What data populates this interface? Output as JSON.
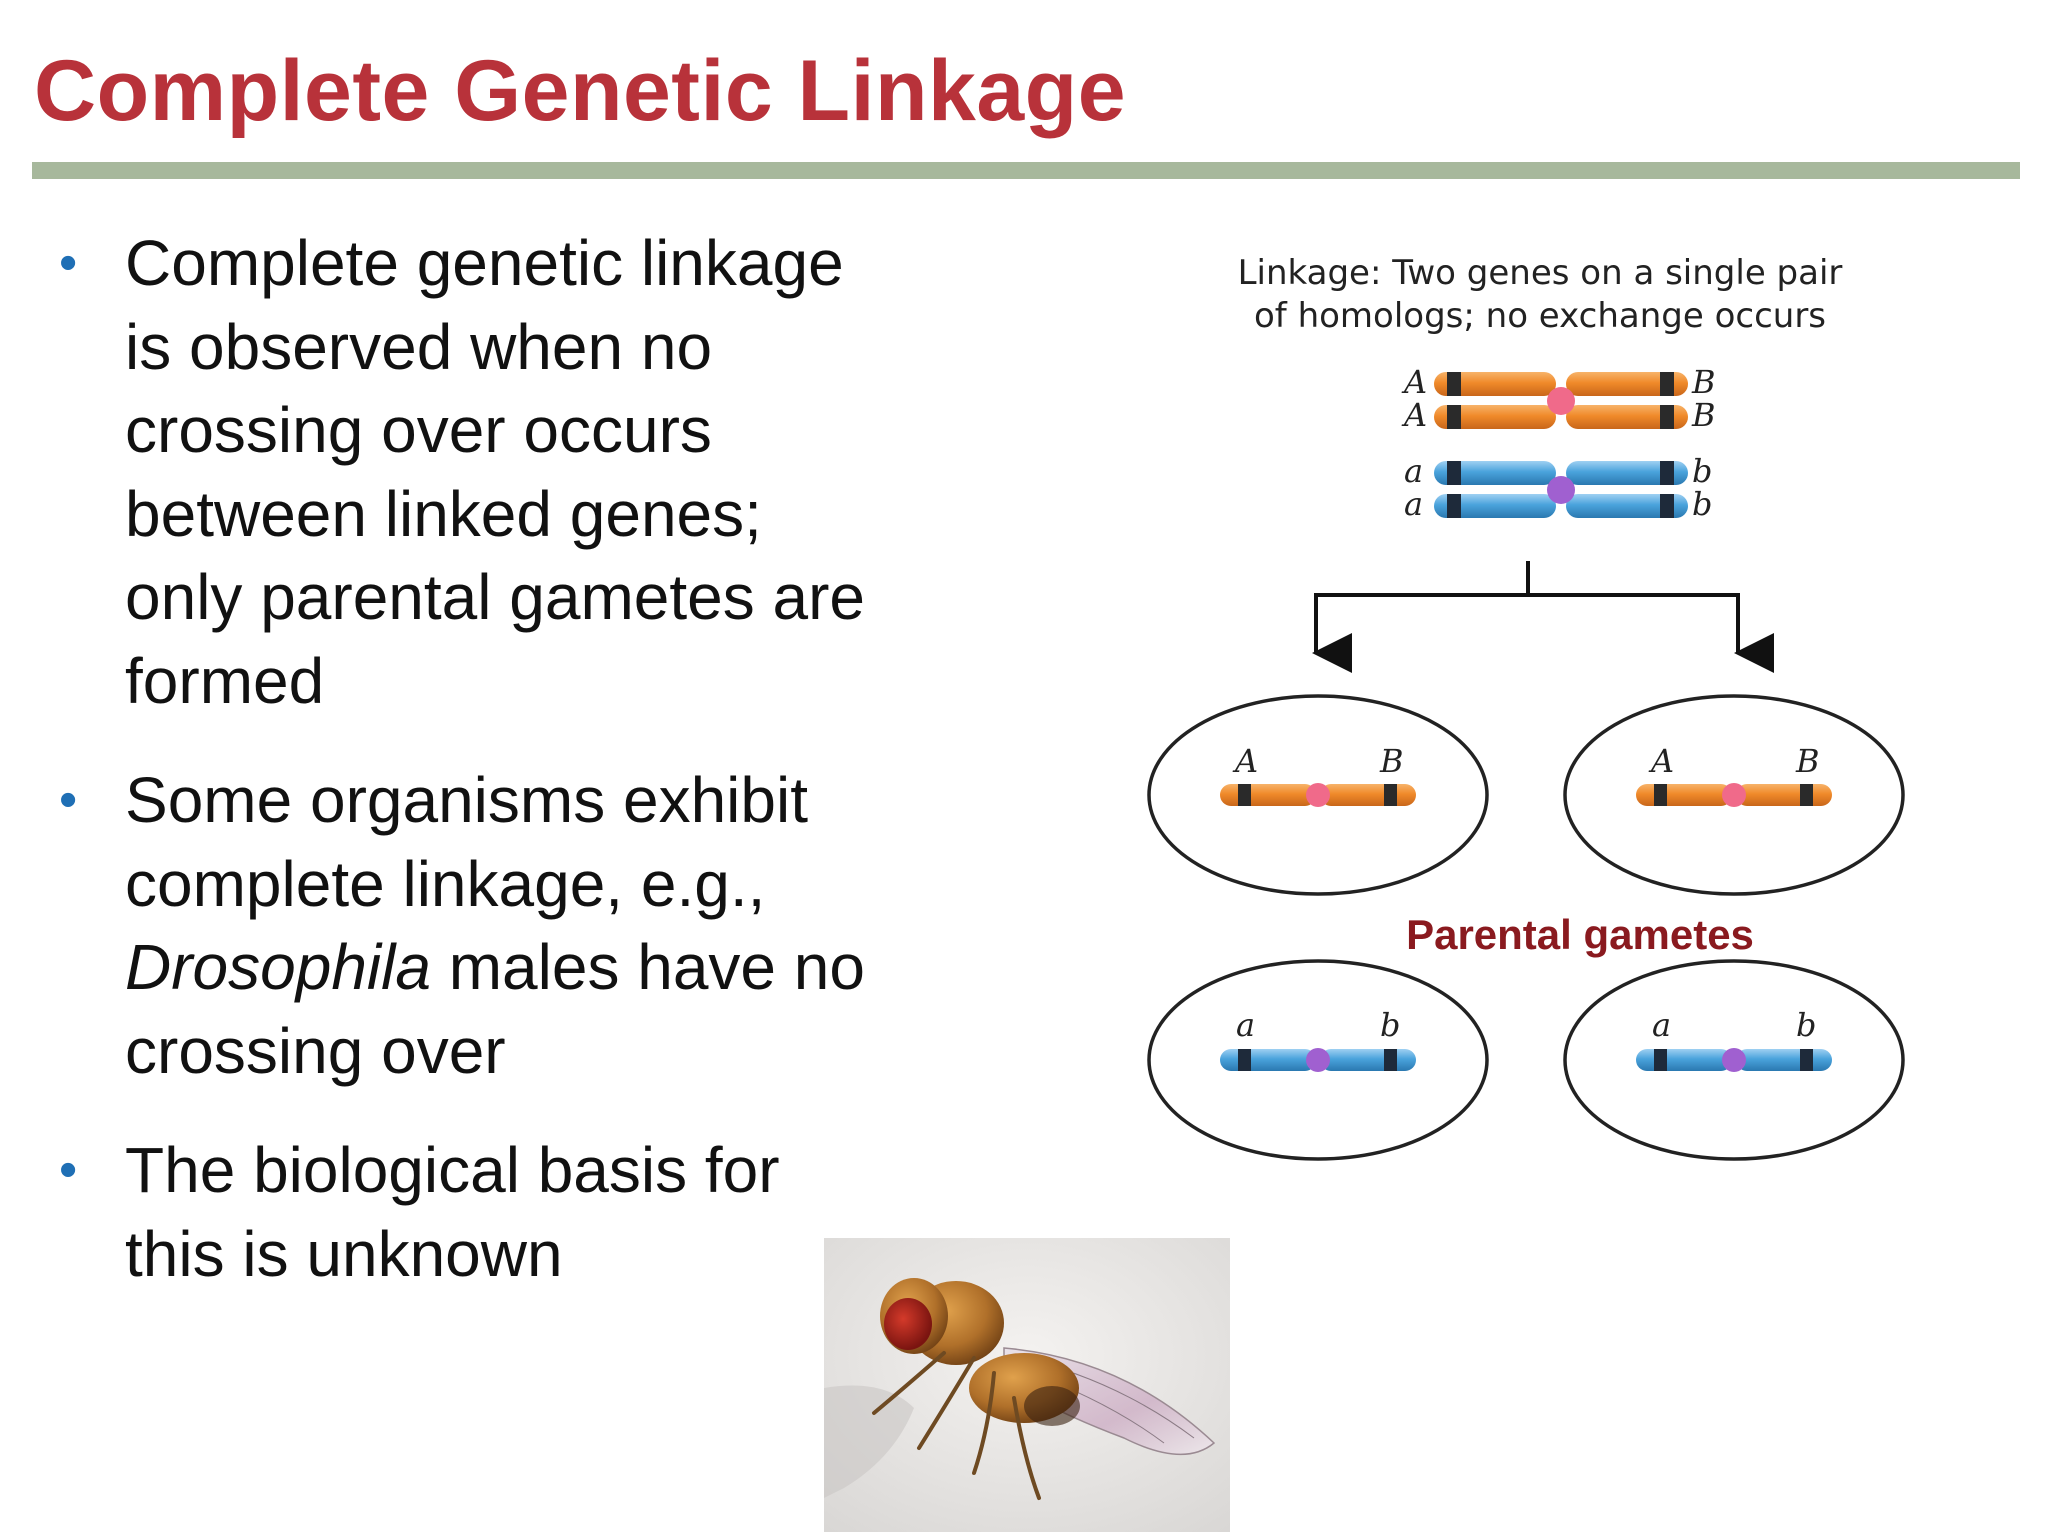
{
  "slide": {
    "title": "Complete Genetic Linkage",
    "title_color": "#b8323a",
    "rule_color": "#a7b89c",
    "bullet_color": "#1f6fb5"
  },
  "bullets": [
    {
      "lines": [
        "Complete genetic linkage",
        "is observed when no",
        "crossing over occurs",
        "between linked genes;",
        "only parental gametes are",
        "formed"
      ]
    },
    {
      "lines": [
        "Some organisms exhibit",
        "complete linkage, e.g.,"
      ],
      "italic_word": "Drosophila",
      "line3_rest": " males have no",
      "line4": "crossing over"
    },
    {
      "lines": [
        "The biological basis for",
        "this is unknown"
      ]
    }
  ],
  "diagram": {
    "title_line1": "Linkage: Two genes on a single pair",
    "title_line2": "of homologs; no exchange occurs",
    "top_left_labels": [
      "A",
      "A",
      "a",
      "a"
    ],
    "top_right_labels": [
      "B",
      "B",
      "b",
      "b"
    ],
    "gamete_labels": {
      "orange_left": "A",
      "orange_right": "B",
      "blue_left": "a",
      "blue_right": "b"
    },
    "caption": "Parental gametes",
    "caption_color": "#8a1a1f",
    "orange_color": "#f08a2a",
    "blue_color": "#4aa3dc",
    "centromere_orange": "#f06a8a",
    "centromere_blue": "#a060d0"
  },
  "photo": {
    "description_icon": "fruit-fly-photo"
  }
}
